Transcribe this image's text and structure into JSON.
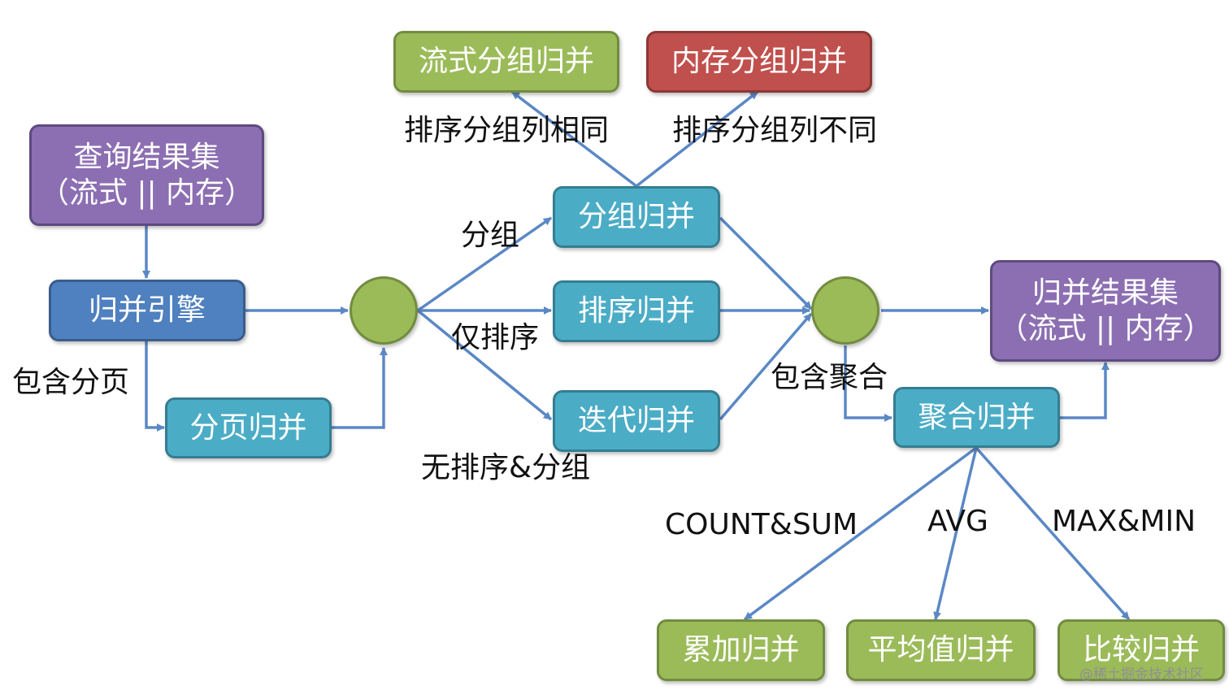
{
  "nodes": {
    "query_result": {
      "line1": "查询结果集",
      "line2": "（流式 || 内存）"
    },
    "merge_engine": "归并引擎",
    "paging_merge": "分页归并",
    "group_merge": "分组归并",
    "sort_merge": "排序归并",
    "iterate_merge": "迭代归并",
    "stream_group_merge": "流式分组归并",
    "memory_group_merge": "内存分组归并",
    "merge_result": {
      "line1": "归并结果集",
      "line2": "（流式 || 内存）"
    },
    "aggregate_merge": "聚合归并",
    "accumulate_merge": "累加归并",
    "average_merge": "平均值归并",
    "compare_merge": "比较归并"
  },
  "edge_labels": {
    "include_paging": "包含分页",
    "group": "分组",
    "sort_only": "仅排序",
    "no_sort_group": "无排序&分组",
    "same_columns": "排序分组列相同",
    "diff_columns": "排序分组列不同",
    "include_aggregate": "包含聚合",
    "count_sum": "COUNT&SUM",
    "avg": "AVG",
    "max_min": "MAX&MIN"
  },
  "watermark": "@稀土掘金技术社区",
  "colors": {
    "purple": "#8c6fb2",
    "blue": "#4f80bf",
    "cyan": "#4bacc6",
    "green": "#9bbb59",
    "red": "#c0504d",
    "arrow": "#5b88c5"
  }
}
